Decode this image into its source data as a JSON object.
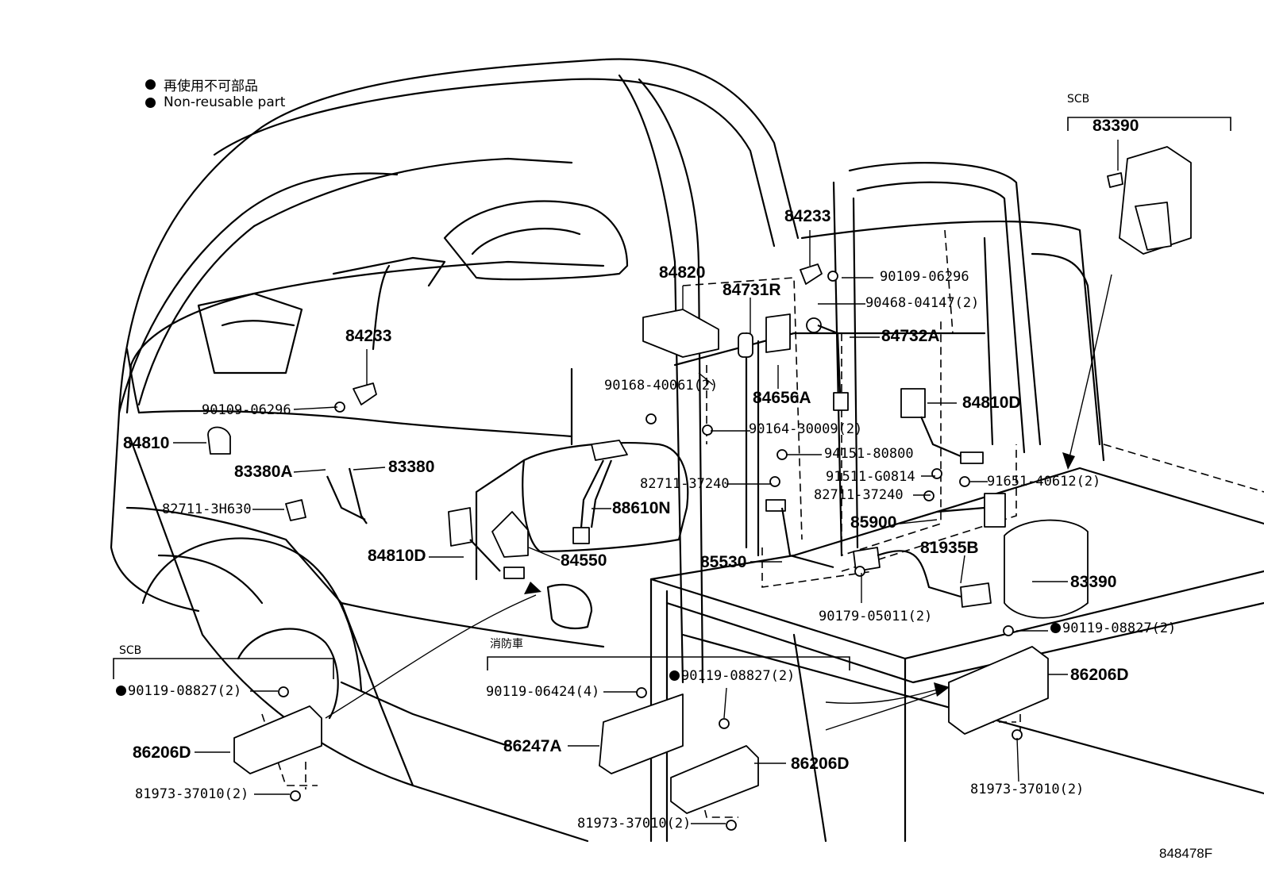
{
  "legend": {
    "jp": "再使用不可部品",
    "en": "Non-reusable part"
  },
  "groups": {
    "scb_top": "SCB",
    "scb_bottom": "SCB",
    "fire_truck": "消防車"
  },
  "labels": {
    "p83390_top": "83390",
    "p84233_top": "84233",
    "p90109_06296_top": "90109-06296",
    "p84820": "84820",
    "p84731R": "84731R",
    "p90468_04147": "90468-04147(2)",
    "p84732A": "84732A",
    "p84233_left": "84233",
    "p90109_06296_left": "90109-06296",
    "p84810": "84810",
    "p83380A": "83380A",
    "p83380": "83380",
    "p82711_3H630": "82711-3H630",
    "p84810D_left": "84810D",
    "p90168_40061": "90168-40061(2)",
    "p84656A": "84656A",
    "p84810D_right": "84810D",
    "p90164_30009": "90164-30009(2)",
    "p94151_80800": "94151-80800",
    "p82711_37240_a": "82711-37240",
    "p91511_G0814": "91511-G0814",
    "p91651_40612": "91651-40612(2)",
    "p82711_37240_b": "82711-37240",
    "p88610N": "88610N",
    "p85900": "85900",
    "p84550": "84550",
    "p81935B": "81935B",
    "p85530": "85530",
    "p83390_right": "83390",
    "p90179_05011": "90179-05011(2)",
    "p90119_08827_right": "90119-08827(2)",
    "p86206D_right": "86206D",
    "p81973_37010_right": "81973-37010(2)",
    "p90119_08827_left": "90119-08827(2)",
    "p86206D_left": "86206D",
    "p81973_37010_left": "81973-37010(2)",
    "p90119_06424": "90119-06424(4)",
    "p90119_08827_mid": "90119-08827(2)",
    "p86247A": "86247A",
    "p86206D_mid": "86206D",
    "p81973_37010_mid": "81973-37010(2)"
  },
  "diagram_id": "848478F"
}
